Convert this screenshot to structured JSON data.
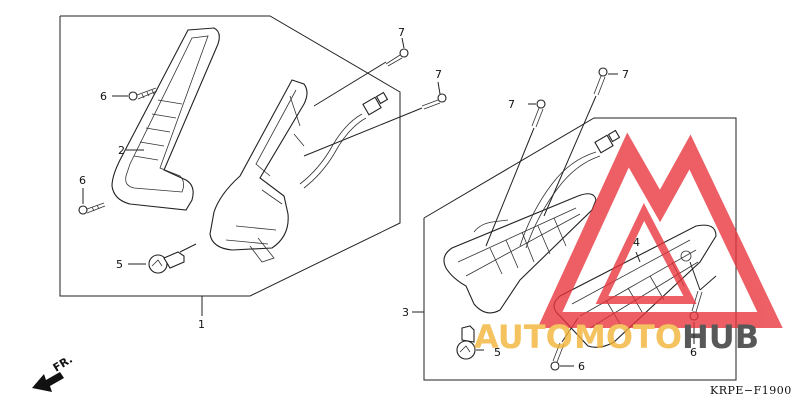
{
  "diagram": {
    "callouts": {
      "c1": "1",
      "c2": "2",
      "c3": "3",
      "c4": "4",
      "c5a": "5",
      "c5b": "5",
      "c6a": "6",
      "c6b": "6",
      "c6c": "6",
      "c6d": "6",
      "c7a": "7",
      "c7b": "7",
      "c7c": "7",
      "c7d": "7"
    },
    "front_arrow_label": "FR.",
    "drawing_code": "KRPE−F1900"
  },
  "watermark": {
    "word_auto": "AUTO",
    "word_moto": "MOTO",
    "word_hub": "HUB",
    "color_gold": "#f2b233",
    "color_red": "#e8333a",
    "color_dark": "#2a2a2a"
  }
}
